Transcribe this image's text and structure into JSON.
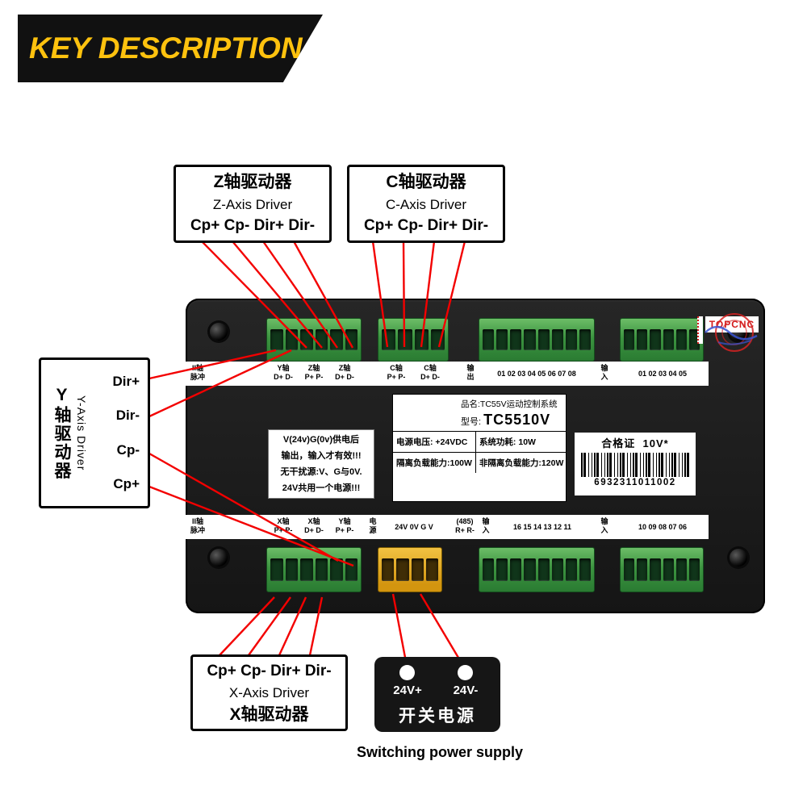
{
  "banner": {
    "title": "KEY DESCRIPTION"
  },
  "callouts": {
    "z_axis": {
      "title_cn": "Z轴驱动器",
      "title_en": "Z-Axis Driver",
      "pins": "Cp+ Cp- Dir+ Dir-"
    },
    "c_axis": {
      "title_cn": "C轴驱动器",
      "title_en": "C-Axis Driver",
      "pins": "Cp+ Cp- Dir+ Dir-"
    },
    "y_axis": {
      "title_cn": "Y轴驱动器",
      "title_en": "Y-Axis Driver",
      "pins": [
        "Dir+",
        "Dir-",
        "Cp-",
        "Cp+"
      ]
    },
    "x_axis": {
      "pins": "Cp+ Cp- Dir+ Dir-",
      "title_en": "X-Axis Driver",
      "title_cn": "X轴驱动器"
    },
    "power_supply": {
      "terminal_left": "24V+",
      "terminal_right": "24V-",
      "title_cn": "开关电源",
      "caption": "Switching power supply"
    }
  },
  "board": {
    "brand": "TOPCNC",
    "top_strip": [
      "II轴\n脉冲",
      "Y轴\nD+ D-",
      "Z轴\nP+ P-",
      "Z轴\nD+ D-",
      "C轴\nP+ P-",
      "C轴\nD+ D-",
      "输\n出",
      "01 02 03 04 05 06 07 08",
      "输\n入",
      "01 02 03 04 05"
    ],
    "bottom_strip": [
      "II轴\n脉冲",
      "X轴\nP+ P-",
      "X轴\nD+ D-",
      "Y轴\nP+ P-",
      "电\n源",
      "24V 0V G V",
      "(485)\nR+ R-",
      "输\n入",
      "16 15 14 13 12 11",
      "输\n入",
      "10 09 08 07 06"
    ],
    "info_panel": {
      "product_line": "品名:TC55V运动控制系统",
      "model_label": "型号:",
      "model": "TC5510V",
      "supply": "电源电压: +24VDC",
      "power": "系统功耗: 10W",
      "isolated_load": "隔离负载能力:100W",
      "non_isolated_load": "非隔离负载能力:120W"
    },
    "warning": "V(24v)G(0v)供电后\n输出，输入才有效!!!\n无干扰源:V、G与0V.\n24V共用一个电源!!!",
    "certificate": {
      "title": "合格证  10V*",
      "barcode_number": "6932311011002"
    }
  }
}
